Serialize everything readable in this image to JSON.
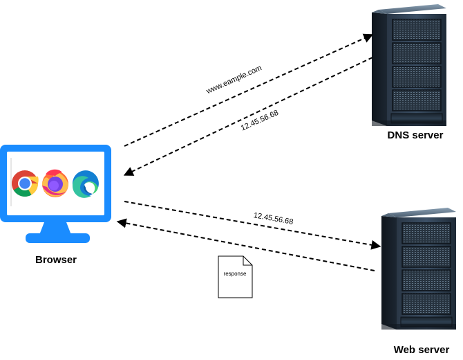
{
  "nodes": {
    "browser": {
      "label": "Browser",
      "icons": [
        "chrome-icon",
        "firefox-icon",
        "edge-icon"
      ],
      "color": "#1a8cff"
    },
    "dns_server": {
      "label": "DNS server",
      "icon": "server-rack-icon"
    },
    "web_server": {
      "label": "Web server",
      "icon": "server-rack-icon"
    }
  },
  "edges": [
    {
      "from": "browser",
      "to": "dns_server",
      "label": "www.eample.com"
    },
    {
      "from": "dns_server",
      "to": "browser",
      "label": "12.45.56.68"
    },
    {
      "from": "browser",
      "to": "web_server",
      "label": "12.45.56.68"
    },
    {
      "from": "web_server",
      "to": "browser",
      "label": ""
    }
  ],
  "document": {
    "label": "response",
    "icon": "document-icon"
  }
}
